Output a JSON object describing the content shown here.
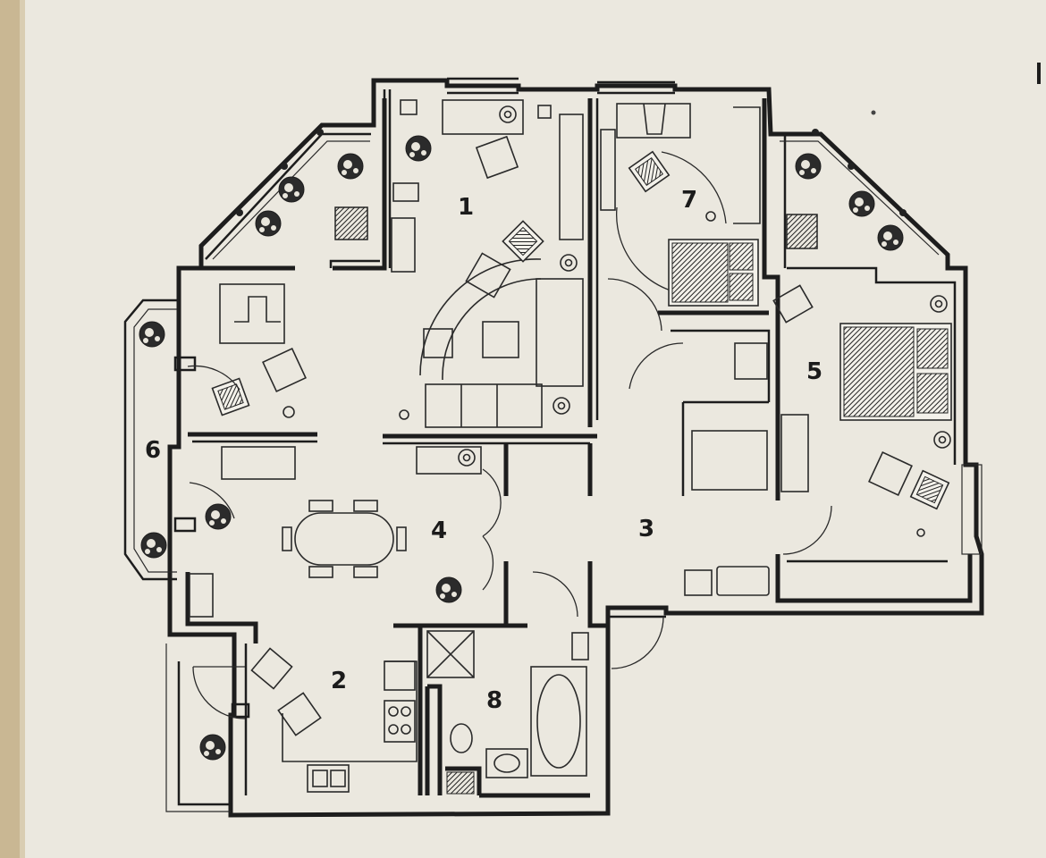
{
  "colors": {
    "paper": "#ebe8df",
    "ink": "#1d1d1d",
    "book_edge": "#c9b793"
  },
  "floorplan": {
    "rooms": [
      {
        "number": "1"
      },
      {
        "number": "2"
      },
      {
        "number": "3"
      },
      {
        "number": "4"
      },
      {
        "number": "5"
      },
      {
        "number": "6"
      },
      {
        "number": "7"
      },
      {
        "number": "8"
      }
    ]
  }
}
